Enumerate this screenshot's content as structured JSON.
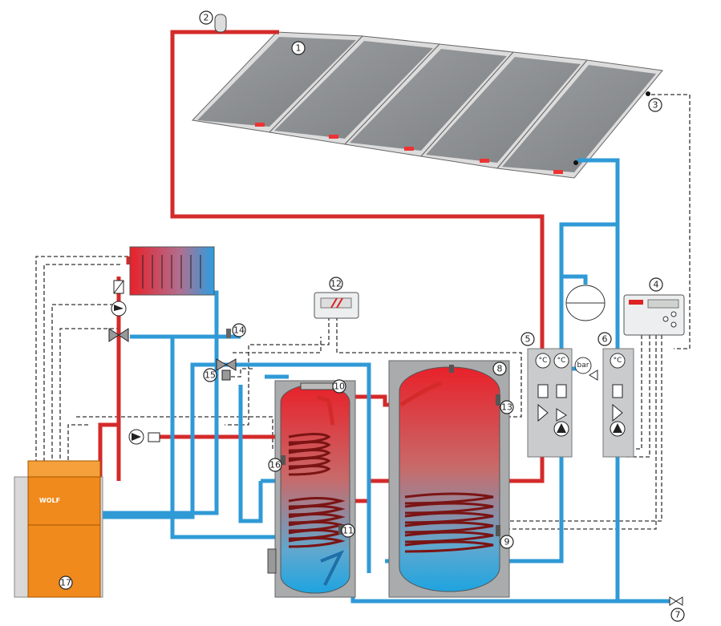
{
  "labels": {
    "n1": "1",
    "n2": "2",
    "n3": "3",
    "n4": "4",
    "n5": "5",
    "n6": "6",
    "n7": "7",
    "n8": "8",
    "n9": "9",
    "n10": "10",
    "n11": "11",
    "n12": "12",
    "n13": "13",
    "n14": "14",
    "n15": "15",
    "n16": "16",
    "n17": "17"
  },
  "tags": {
    "deg_c": "°C",
    "bar": "bar",
    "boiler_brand": "WOLF"
  },
  "colors": {
    "hot": "#d42a2a",
    "cold": "#2f9ad6",
    "signal": "#333333",
    "boiler": "#f08a1c",
    "panel": "#8a8d90",
    "unit_grey": "#c9cbcc"
  }
}
